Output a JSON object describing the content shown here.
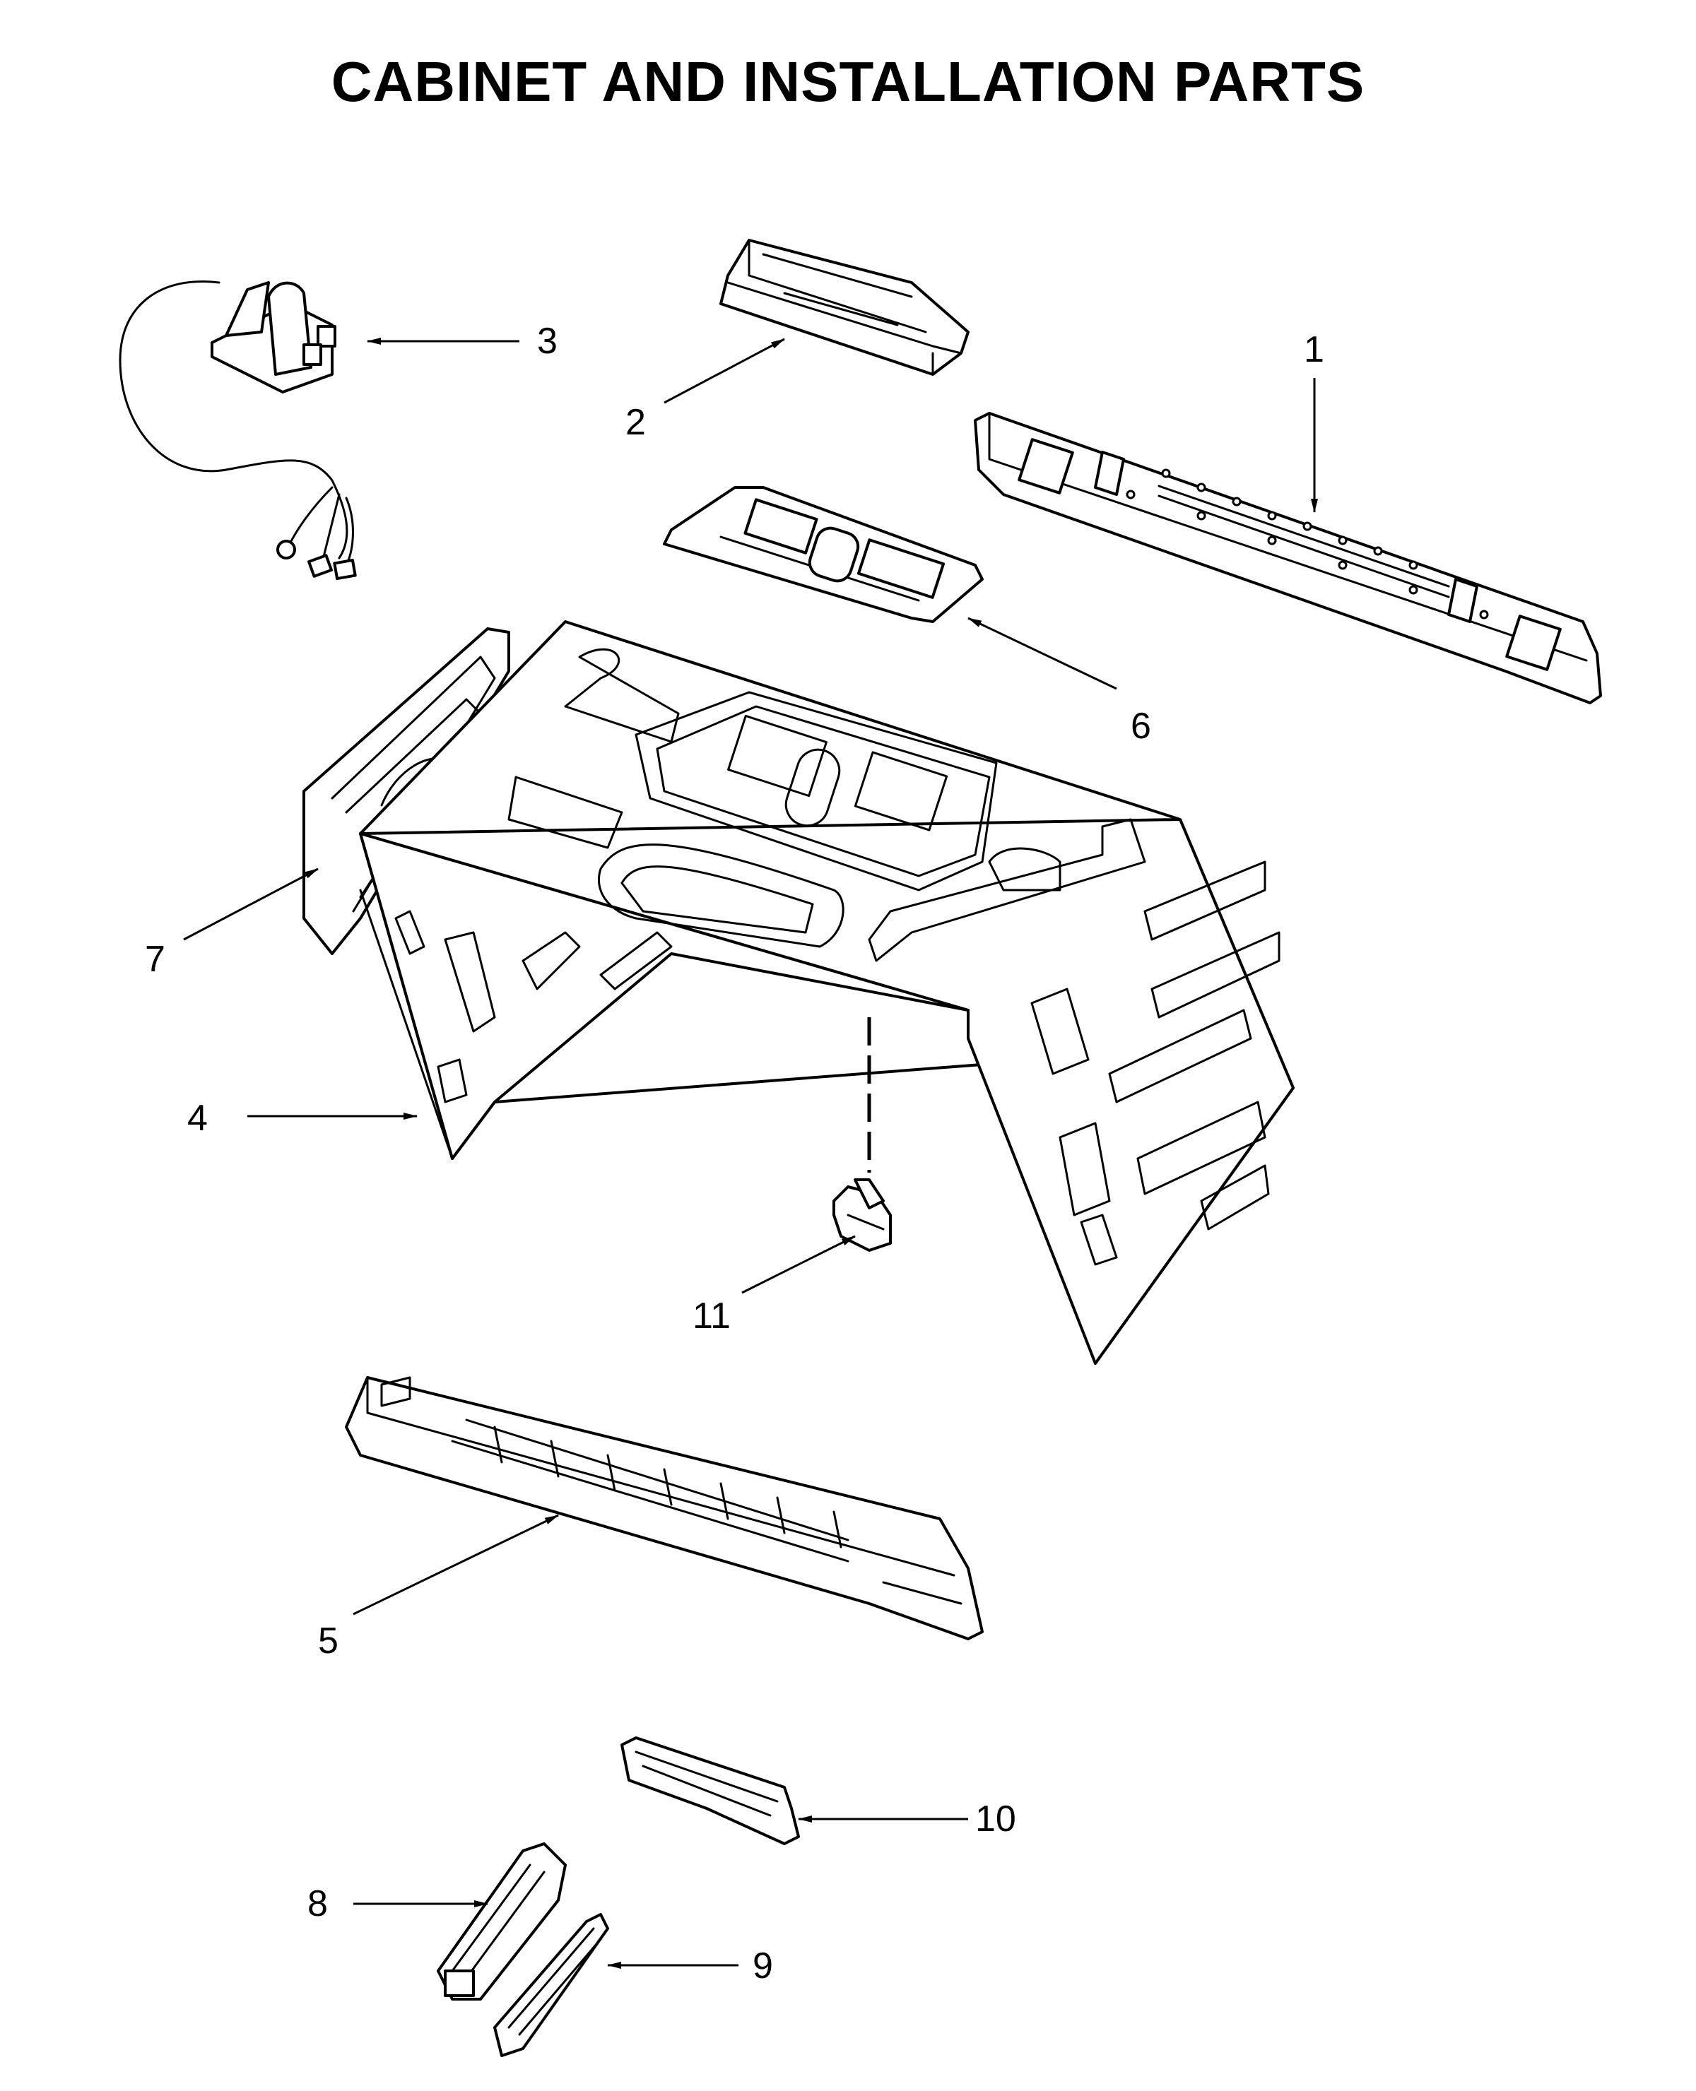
{
  "title": "CABINET AND INSTALLATION PARTS",
  "callouts": [
    "1",
    "2",
    "3",
    "4",
    "5",
    "6",
    "7",
    "8",
    "9",
    "10",
    "11"
  ]
}
